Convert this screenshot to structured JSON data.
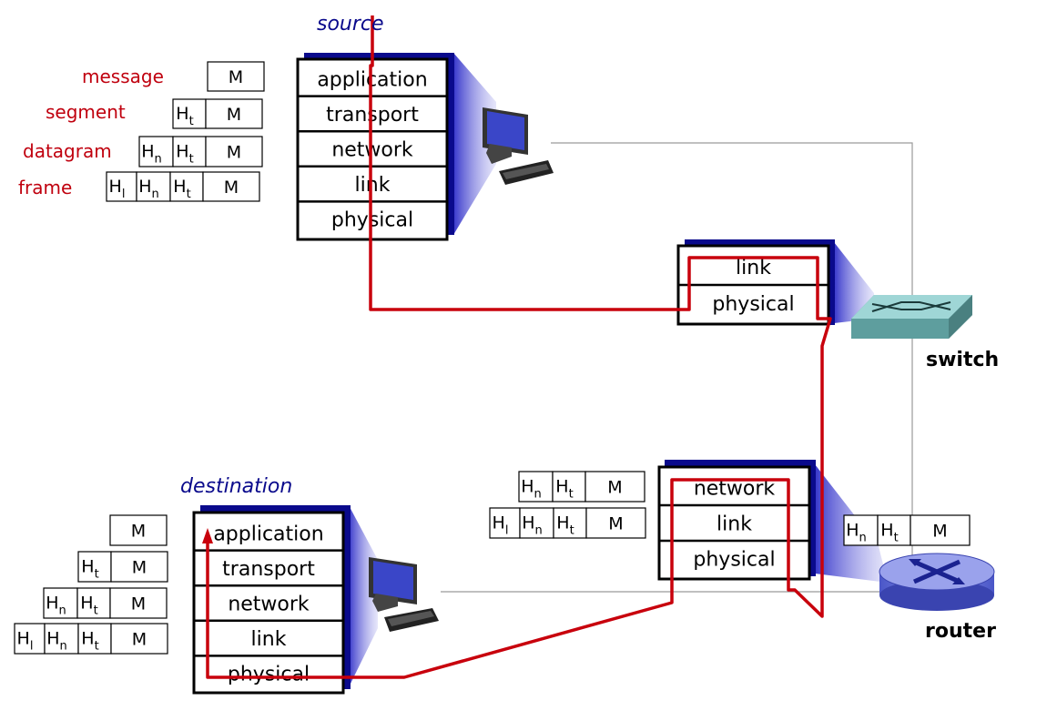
{
  "labels": {
    "source": "source",
    "destination": "destination",
    "switch": "switch",
    "router": "router",
    "message": "message",
    "segment": "segment",
    "datagram": "datagram",
    "frame": "frame"
  },
  "source_stack": [
    "application",
    "transport",
    "network",
    "link",
    "physical"
  ],
  "switch_stack": [
    "link",
    "physical"
  ],
  "router_stack": [
    "network",
    "link",
    "physical"
  ],
  "dest_stack": [
    "application",
    "transport",
    "network",
    "link",
    "physical"
  ],
  "header": {
    "letter": "H",
    "transport_sub": "t",
    "network_sub": "n",
    "link_sub": "l",
    "message": "M"
  },
  "colors": {
    "path": "#c8000c",
    "stack_shadow": "#0a0a8c",
    "label_red": "#c0000e",
    "label_blue": "#0a0a8c"
  }
}
